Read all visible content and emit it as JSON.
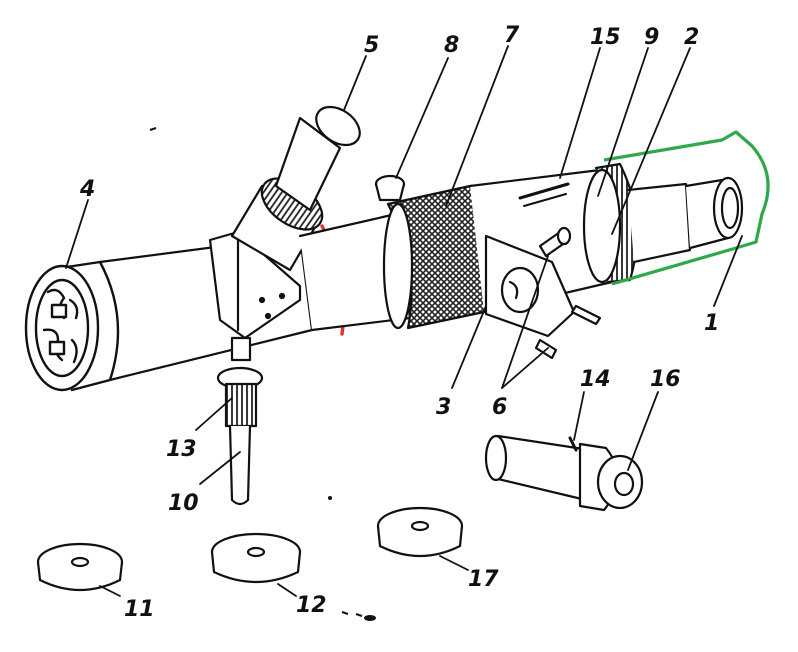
{
  "labels": {
    "l5": "5",
    "l8": "8",
    "l7": "7",
    "l15": "15",
    "l9": "9",
    "l2": "2",
    "l4": "4",
    "l1": "1",
    "l3": "3",
    "l6": "6",
    "l13": "13",
    "l10": "10",
    "l14": "14",
    "l16": "16",
    "l11": "11",
    "l12": "12",
    "l17": "17"
  },
  "colors": {
    "ink": "#111111",
    "highlight_ring": "#e53030",
    "highlight_outline": "#2ea84a",
    "knurl": "#222222",
    "paper": "#ffffff"
  }
}
